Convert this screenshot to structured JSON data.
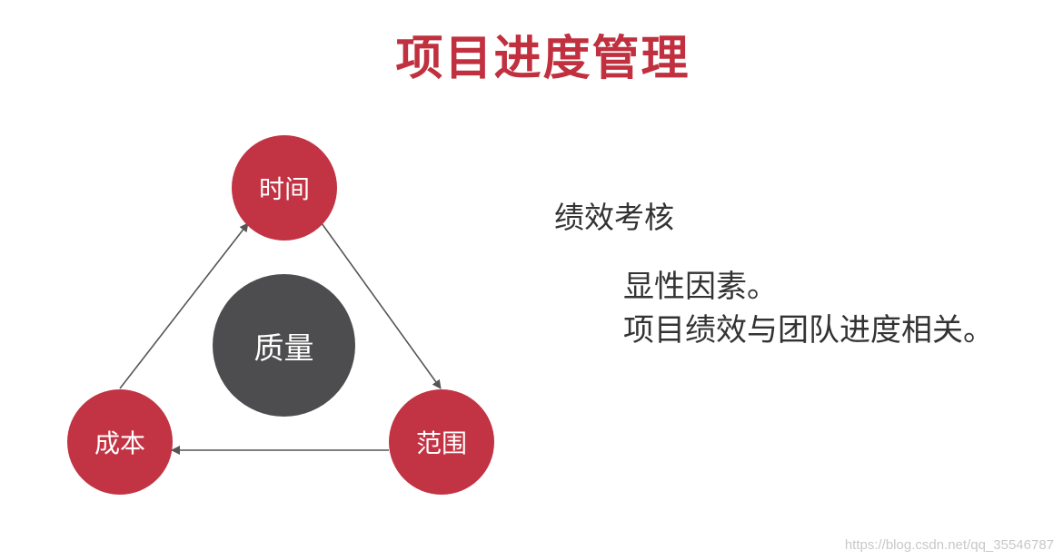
{
  "title": "项目进度管理",
  "diagram": {
    "nodes": {
      "time": "时间",
      "cost": "成本",
      "scope": "范围",
      "quality": "质量"
    },
    "colors": {
      "outer_nodes": "#c23343",
      "center_node": "#4d4d4f",
      "arrows": "#555555"
    }
  },
  "notes": {
    "heading": "绩效考核",
    "lines": [
      "显性因素。",
      "项目绩效与团队进度相关。"
    ]
  },
  "watermark": "https://blog.csdn.net/qq_35546787"
}
